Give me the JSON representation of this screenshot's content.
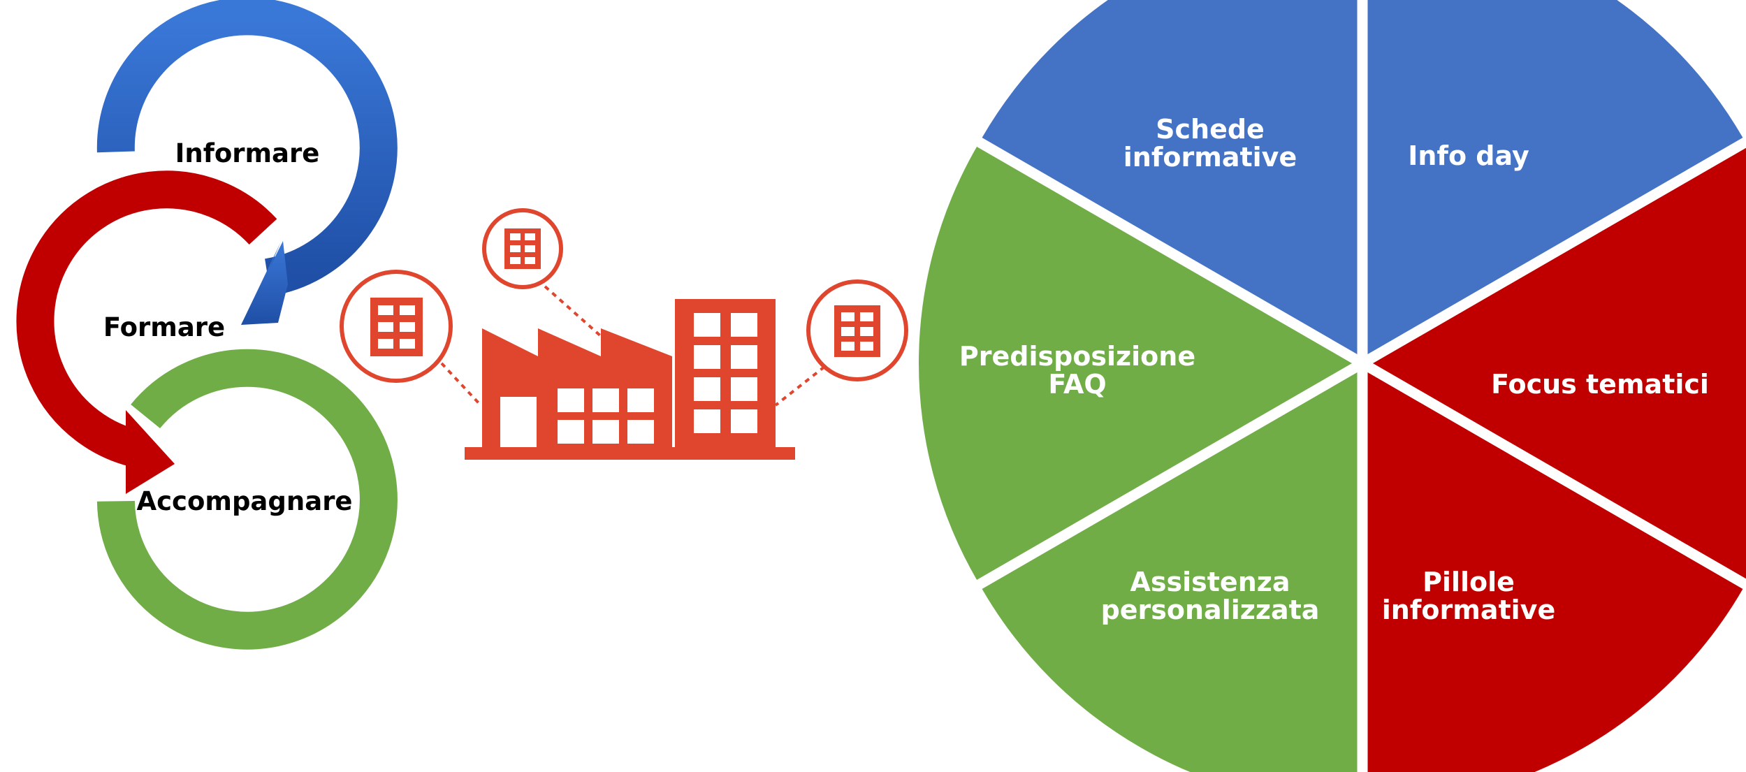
{
  "cycle": {
    "steps": [
      {
        "label": "Informare",
        "color": "#2f66c8"
      },
      {
        "label": "Formare",
        "color": "#c00000"
      },
      {
        "label": "Accompagnare",
        "color": "#70ad47"
      }
    ]
  },
  "factory_icon": {
    "name": "factory-icon",
    "color": "#e0452e"
  },
  "pie": {
    "colors": {
      "blue": "#4472c4",
      "red": "#c00000",
      "green": "#70ad47"
    },
    "segments": [
      {
        "lines": [
          "Schede",
          "informative"
        ],
        "color": "blue"
      },
      {
        "lines": [
          "Info day"
        ],
        "color": "blue"
      },
      {
        "lines": [
          "Focus tematici"
        ],
        "color": "red"
      },
      {
        "lines": [
          "Pillole",
          "informative"
        ],
        "color": "red"
      },
      {
        "lines": [
          "Assistenza",
          "personalizzata"
        ],
        "color": "green"
      },
      {
        "lines": [
          "Predisposizione",
          "FAQ"
        ],
        "color": "green"
      }
    ]
  }
}
